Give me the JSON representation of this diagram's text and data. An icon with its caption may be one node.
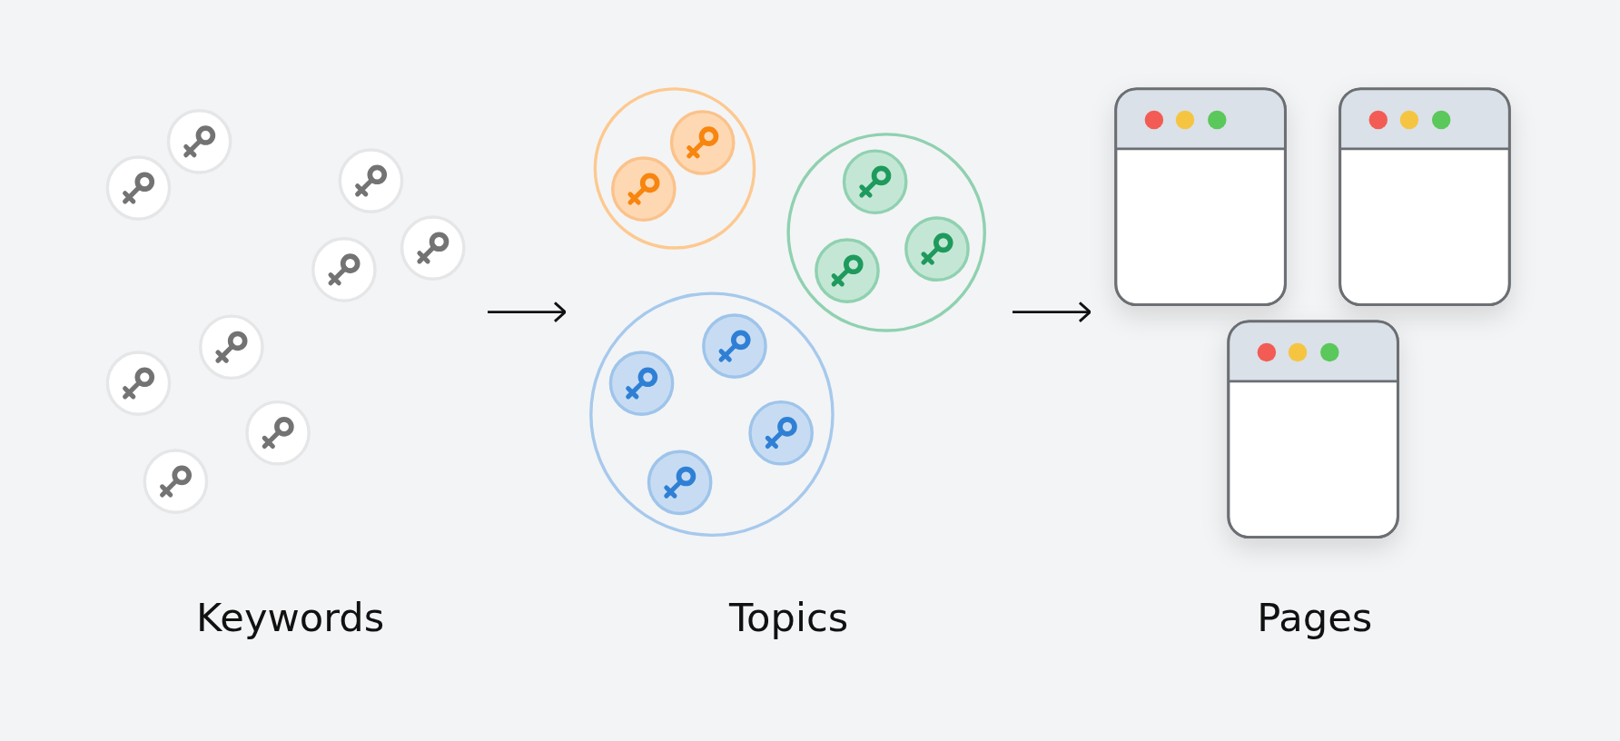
{
  "diagram": {
    "nodes": [
      {
        "text": [
          "Keywords"
        ]
      },
      {
        "text": [
          "Topics"
        ]
      },
      {
        "text": [
          "Pages"
        ]
      }
    ],
    "edges": [
      {
        "from": 0,
        "to": 1,
        "arrow": "to"
      },
      {
        "from": 1,
        "to": 2,
        "arrow": "to"
      }
    ]
  }
}
